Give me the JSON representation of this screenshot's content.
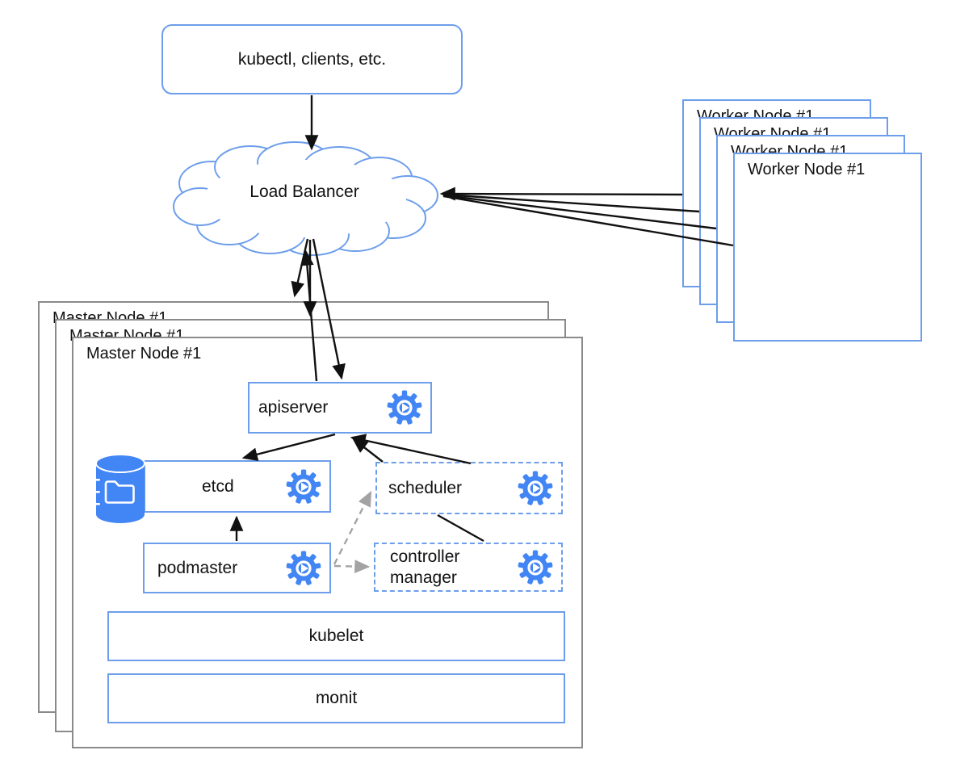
{
  "diagram": {
    "title_implicit": "Kubernetes HA control plane diagram",
    "clients": {
      "label": "kubectl, clients, etc."
    },
    "load_balancer": {
      "label": "Load Balancer",
      "shape": "cloud"
    },
    "worker_stack": {
      "count": 4,
      "label": "Worker Node #1"
    },
    "master_stack": {
      "count": 3,
      "label": "Master Node #1"
    },
    "components": {
      "apiserver": {
        "label": "apiserver",
        "border": "solid",
        "icon": "gear-icon"
      },
      "etcd": {
        "label": "etcd",
        "border": "solid",
        "icon": "gear-icon",
        "extra_icons": [
          "database-icon",
          "folder-icon"
        ]
      },
      "scheduler": {
        "label": "scheduler",
        "border": "dashed",
        "icon": "gear-icon"
      },
      "podmaster": {
        "label": "podmaster",
        "border": "solid",
        "icon": "gear-icon"
      },
      "controller_manager": {
        "label": "controller manager",
        "border": "dashed",
        "icon": "gear-icon"
      },
      "kubelet": {
        "label": "kubelet",
        "border": "solid"
      },
      "monit": {
        "label": "monit",
        "border": "solid"
      }
    },
    "edges": [
      {
        "from": "kubectl-clients",
        "to": "load-balancer",
        "style": "solid-black"
      },
      {
        "from": "load-balancer",
        "to": "master-node-3",
        "style": "solid-black"
      },
      {
        "from": "load-balancer",
        "to": "master-node-2",
        "style": "solid-black"
      },
      {
        "from": "load-balancer",
        "to": "apiserver",
        "style": "solid-black"
      },
      {
        "from": "apiserver",
        "to": "load-balancer",
        "style": "solid-black"
      },
      {
        "from": "worker-node-1",
        "to": "load-balancer",
        "style": "solid-black"
      },
      {
        "from": "worker-node-2",
        "to": "load-balancer",
        "style": "solid-black"
      },
      {
        "from": "worker-node-3",
        "to": "load-balancer",
        "style": "solid-black"
      },
      {
        "from": "worker-node-4",
        "to": "load-balancer",
        "style": "solid-black"
      },
      {
        "from": "apiserver",
        "to": "etcd",
        "style": "solid-black"
      },
      {
        "from": "scheduler",
        "to": "apiserver",
        "style": "solid-black"
      },
      {
        "from": "controller-manager",
        "to": "apiserver",
        "style": "solid-black"
      },
      {
        "from": "podmaster",
        "to": "etcd",
        "style": "solid-black"
      },
      {
        "from": "podmaster",
        "to": "scheduler",
        "style": "dashed-gray"
      },
      {
        "from": "podmaster",
        "to": "controller-manager",
        "style": "dashed-gray"
      }
    ],
    "colors": {
      "box_border_blue": "#6d9eeb",
      "node_border_gray": "#8a8a8a",
      "icon_blue": "#4285f4",
      "arrow_black": "#111111",
      "arrow_gray": "#a3a3a3",
      "background": "#ffffff",
      "text": "#111111"
    }
  }
}
